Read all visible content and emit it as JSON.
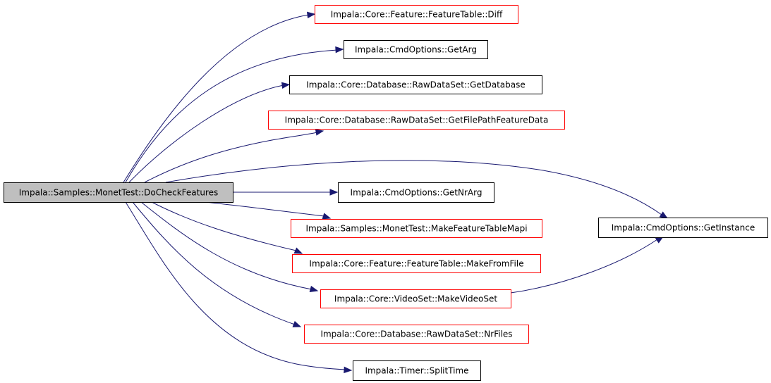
{
  "colors": {
    "edge": "#191970",
    "root_fill": "#bfbfbf",
    "root_border": "#000000",
    "documented_border": "#000000",
    "undocumented_border": "#ff0000",
    "node_fill": "#ffffff"
  },
  "graph": {
    "root": {
      "id": "n0",
      "label": "Impala::Samples::MonetTest::DoCheckFeatures"
    },
    "nodes": [
      {
        "id": "n1",
        "label": "Impala::Core::Feature::FeatureTable::Diff",
        "border": "red"
      },
      {
        "id": "n2",
        "label": "Impala::CmdOptions::GetArg",
        "border": "black"
      },
      {
        "id": "n3",
        "label": "Impala::Core::Database::RawDataSet::GetDatabase",
        "border": "black"
      },
      {
        "id": "n4",
        "label": "Impala::Core::Database::RawDataSet::GetFilePathFeatureData",
        "border": "red"
      },
      {
        "id": "n5",
        "label": "Impala::CmdOptions::GetNrArg",
        "border": "black"
      },
      {
        "id": "n6",
        "label": "Impala::Samples::MonetTest::MakeFeatureTableMapi",
        "border": "red"
      },
      {
        "id": "n7",
        "label": "Impala::Core::Feature::FeatureTable::MakeFromFile",
        "border": "red"
      },
      {
        "id": "n8",
        "label": "Impala::Core::VideoSet::MakeVideoSet",
        "border": "red"
      },
      {
        "id": "n9",
        "label": "Impala::Core::Database::RawDataSet::NrFiles",
        "border": "red"
      },
      {
        "id": "n10",
        "label": "Impala::Timer::SplitTime",
        "border": "black"
      },
      {
        "id": "n11",
        "label": "Impala::CmdOptions::GetInstance",
        "border": "black"
      }
    ],
    "edges": [
      {
        "from": "n0",
        "to": "n1"
      },
      {
        "from": "n0",
        "to": "n2"
      },
      {
        "from": "n0",
        "to": "n3"
      },
      {
        "from": "n0",
        "to": "n4"
      },
      {
        "from": "n0",
        "to": "n11"
      },
      {
        "from": "n0",
        "to": "n5"
      },
      {
        "from": "n0",
        "to": "n6"
      },
      {
        "from": "n0",
        "to": "n7"
      },
      {
        "from": "n0",
        "to": "n8"
      },
      {
        "from": "n0",
        "to": "n9"
      },
      {
        "from": "n0",
        "to": "n10"
      },
      {
        "from": "n8",
        "to": "n11"
      }
    ]
  }
}
